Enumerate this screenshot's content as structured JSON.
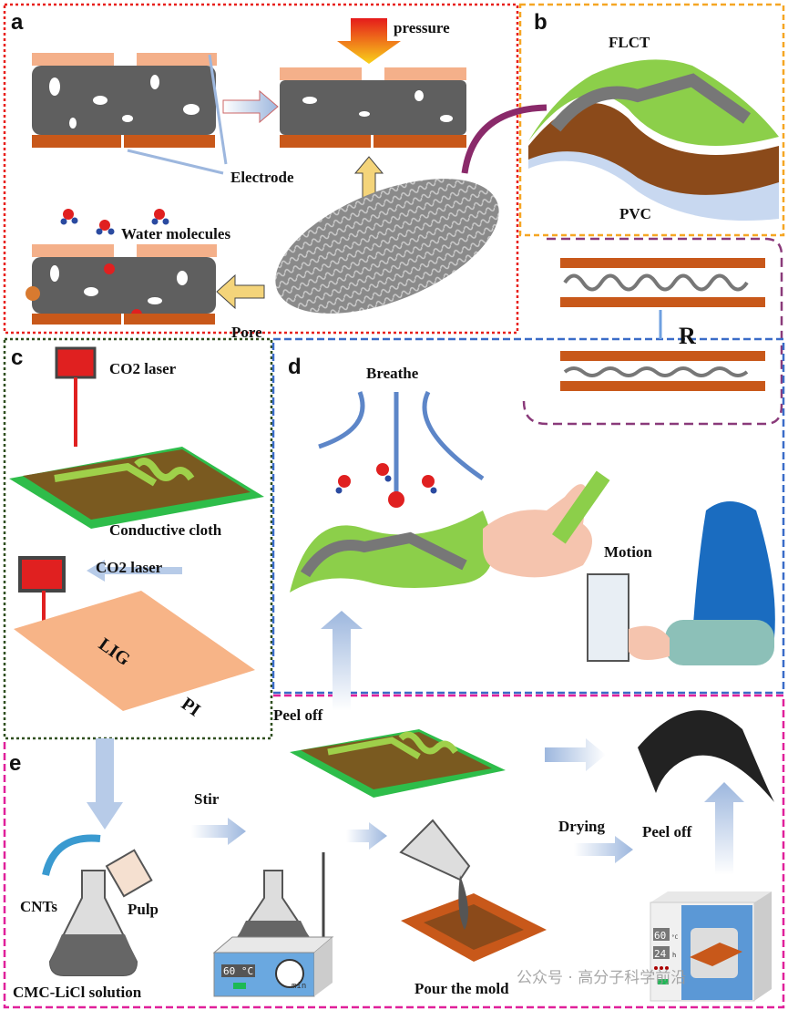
{
  "panels": {
    "a": "a",
    "b": "b",
    "c": "c",
    "d": "d",
    "e": "e"
  },
  "panel_a": {
    "pressure": "pressure",
    "electrode": "Electrode",
    "water": "Water molecules",
    "pore": "Pore"
  },
  "panel_b": {
    "flct": "FLCT",
    "pvc": "PVC",
    "r": "R"
  },
  "panel_c": {
    "laser1": "CO2 laser",
    "cloth": "Conductive cloth",
    "laser2": "CO2 laser",
    "lig": "LIG",
    "pi": "PI"
  },
  "panel_d": {
    "breathe": "Breathe",
    "motion": "Motion"
  },
  "panel_e": {
    "peel1": "Peel off",
    "stir": "Stir",
    "drying": "Drying",
    "peel2": "Peel off",
    "cnts": "CNTs",
    "pulp": "Pulp",
    "solution": "CMC-LiCl solution",
    "pour": "Pour the mold",
    "hotplate_temp": "60 °C",
    "hotplate_unit": "min",
    "oven_temp": "60",
    "oven_temp_unit": "°C",
    "oven_time": "24",
    "oven_time_unit": "h"
  },
  "watermark": "公众号 · 高分子科学前沿",
  "colors": {
    "panel_a_border": "#e8201c",
    "panel_b_border": "#f5a623",
    "panel_c_border": "#2f4f1f",
    "panel_d_border": "#3a6cc8",
    "panel_e_border": "#e0209a",
    "electrode": "#c8581a",
    "film": "#5f5f5f",
    "green_substrate": "#8ccf4a"
  }
}
